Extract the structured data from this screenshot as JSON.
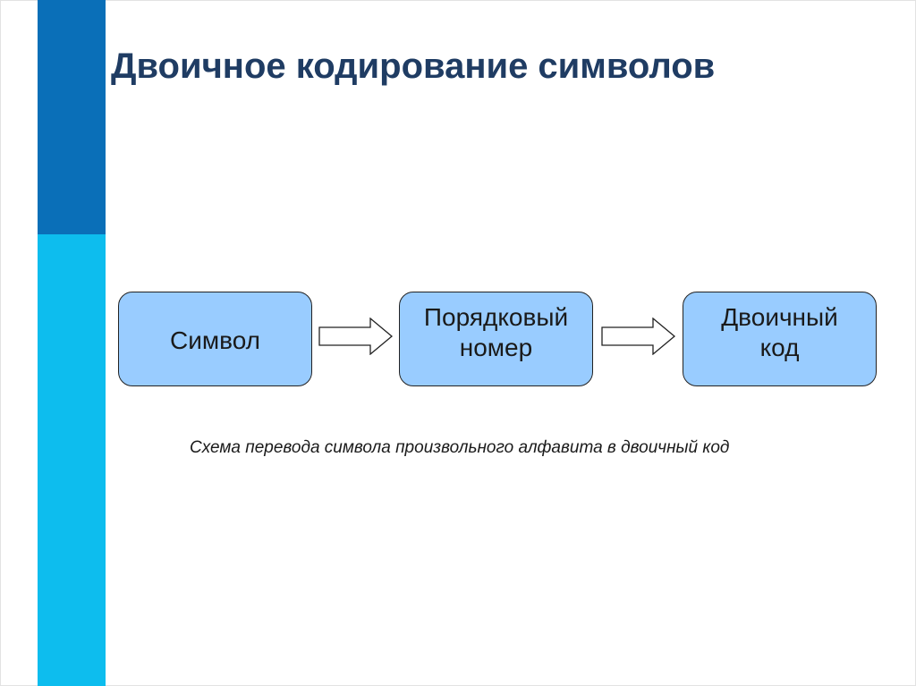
{
  "slide": {
    "title": "Двоичное кодирование символов",
    "caption": "Схема перевода символа произвольного алфавита в двоичный код",
    "colors": {
      "stripe_dark": "#0a6fb8",
      "stripe_light": "#0dbdee",
      "title": "#1f3c63",
      "node_fill": "#99ccff"
    }
  },
  "diagram": {
    "nodes": [
      {
        "label": "Символ"
      },
      {
        "label": "Порядковый\nномер"
      },
      {
        "label": "Двоичный\nкод"
      }
    ],
    "edges": [
      {
        "from": 0,
        "to": 1
      },
      {
        "from": 1,
        "to": 2
      }
    ]
  }
}
